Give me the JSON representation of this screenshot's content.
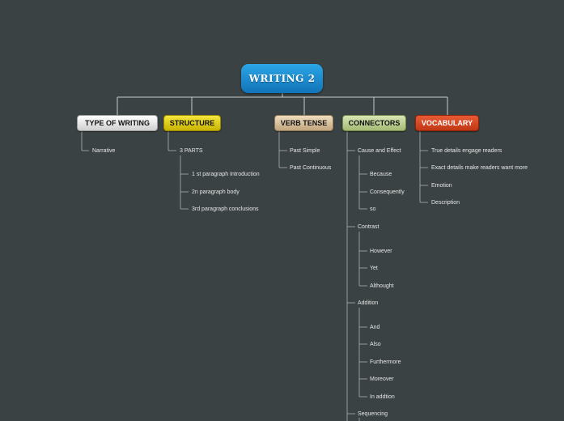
{
  "root": {
    "title": "WRITING 2"
  },
  "topics": {
    "type_of_writing": {
      "label": "TYPE OF WRITING",
      "items": [
        "Narrative"
      ]
    },
    "structure": {
      "label": "STRUCTURE",
      "parts": "3 PARTS",
      "items": [
        "1 st paragraph Introduction",
        "2n paragraph body",
        "3rd paragraph conclusions"
      ]
    },
    "verb_tense": {
      "label": "VERB TENSE",
      "items": [
        "Past Simple",
        "Past Continuous"
      ]
    },
    "connectors": {
      "label": "CONNECTORS",
      "groups": [
        {
          "label": "Cause and Effect",
          "items": [
            "Because",
            "Consequently",
            "so"
          ]
        },
        {
          "label": "Contrast",
          "items": [
            "However",
            "Yet",
            "Althought"
          ]
        },
        {
          "label": "Addition",
          "items": [
            "And",
            "Also",
            "Furthermore",
            "Moreover",
            "In addtion"
          ]
        },
        {
          "label": "Sequencing",
          "items": []
        }
      ]
    },
    "vocabulary": {
      "label": "VOCABULARY",
      "items": [
        "True details engage readers",
        "Exact details make readers want more",
        "Emotion",
        "Description"
      ]
    }
  },
  "colors": {
    "background": "#3b4243",
    "root": "#1a8ad0",
    "type_of_writing": "#e8e8e8",
    "structure": "#e2d21a",
    "verb_tense": "#d9c29e",
    "connectors": "#bccf8f",
    "vocabulary": "#d94a25"
  }
}
